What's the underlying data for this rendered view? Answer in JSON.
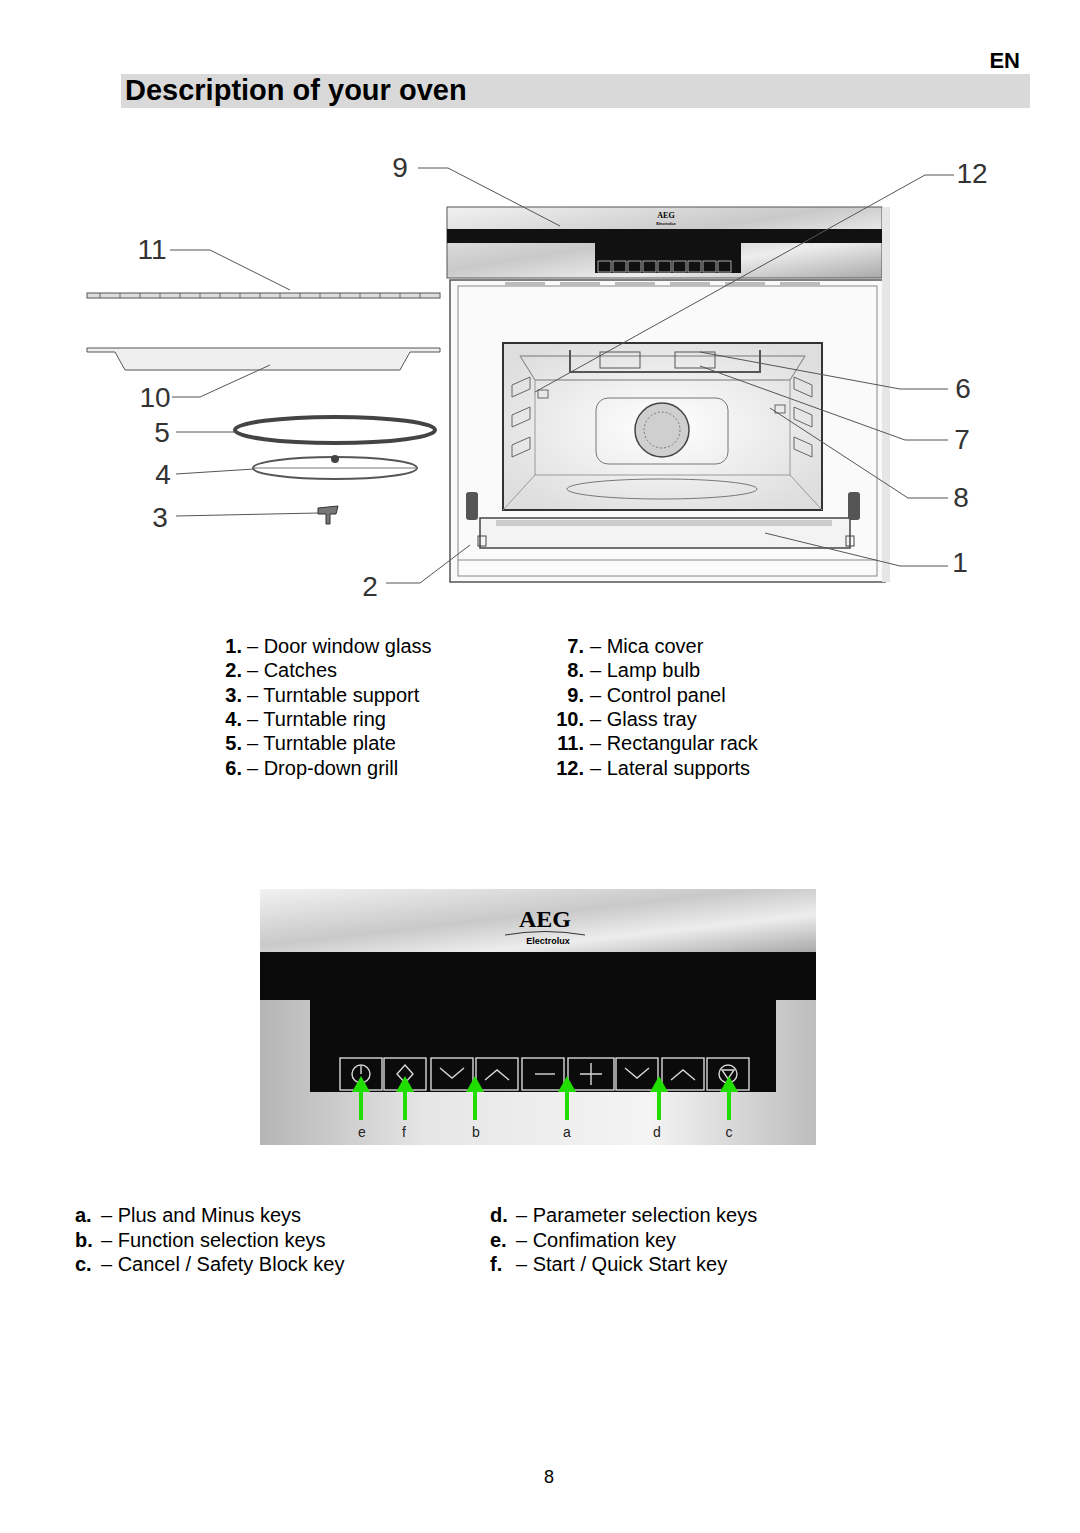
{
  "diagram": {
    "title": "Description of your oven",
    "labels": [
      "EN",
      "9",
      "12",
      "11",
      "10",
      "5",
      "4",
      "3",
      "2",
      "6",
      "7",
      "8",
      "1",
      "AEG",
      "Electrolux",
      "1.",
      "– Door window glass",
      "2.",
      "– Catches",
      "3.",
      "– Turntable support",
      "4.",
      "– Turntable ring",
      "5.",
      "– Turntable plate",
      "6.",
      "– Drop-down grill",
      "7.",
      "– Mica cover",
      "8.",
      "– Lamp bulb",
      "9.",
      "– Control panel",
      "10.",
      "– Glass tray",
      "11.",
      "– Rectangular rack",
      "12.",
      "– Lateral supports",
      "AEG",
      "Electrolux",
      "e",
      "f",
      "b",
      "a",
      "d",
      "c",
      "a.",
      "– Plus and Minus keys",
      "b.",
      "– Function selection keys",
      "c.",
      "– Cancel / Safety Block key",
      "d.",
      "– Parameter selection keys",
      "e.",
      "– Confimation key",
      "f.",
      "– Start / Quick Start key",
      "8"
    ]
  }
}
